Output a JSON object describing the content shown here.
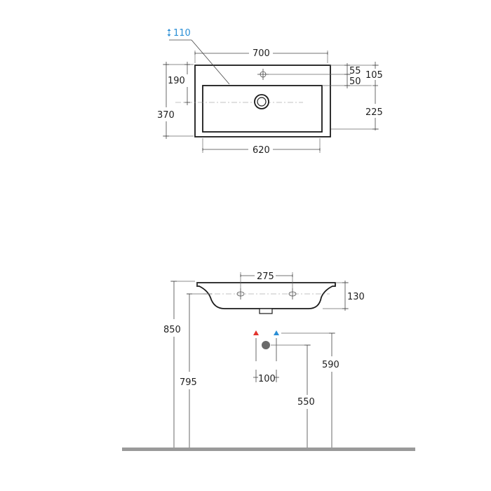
{
  "top_view": {
    "hole_depth": "110",
    "width_outer": "700",
    "width_inner": "620",
    "tap_to_back": "55",
    "tap_to_bowl": "50",
    "back_to_bowl_top": "105",
    "bowl_to_front": "225",
    "back_to_drain": "190",
    "depth_overall": "370"
  },
  "front_view": {
    "tap_holes_spacing": "275",
    "basin_height": "130",
    "rim_height": "850",
    "basin_bottom_height": "795",
    "supply_height": "590",
    "waste_height": "550",
    "supply_spacing": "100"
  },
  "colors": {
    "hot_supply": "#e2342d",
    "cold_supply": "#2a8fd6",
    "floor": "#9a9a9a",
    "waste_outlet": "#6a6a6a"
  },
  "icons": {
    "hot": "hot-water-tap-icon",
    "cold": "cold-water-tap-icon",
    "depth": "depth-arrow-icon"
  }
}
